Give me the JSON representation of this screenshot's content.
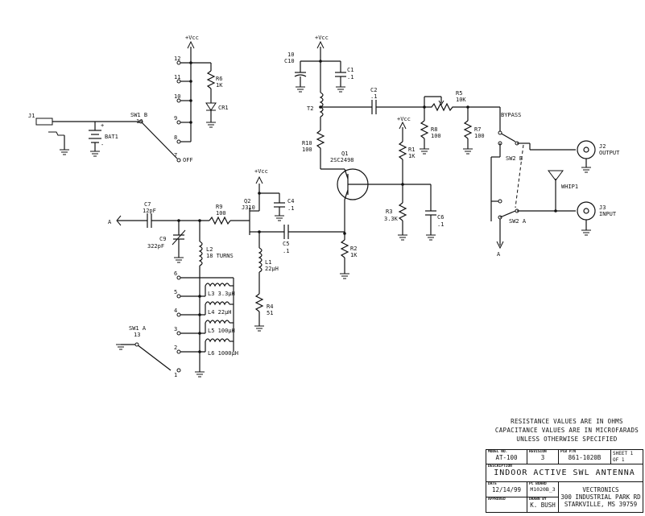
{
  "labels": {
    "vcc": "+Vcc",
    "j1": "J1",
    "bat1": "BAT1",
    "bat_plus": "+",
    "bat_minus": "-",
    "sw1b": "SW1 B",
    "sw1b_pin": "14",
    "pin12": "12",
    "pin11": "11",
    "pin10": "10",
    "pin9": "9",
    "pin8": "8",
    "pin7": "7",
    "off": "OFF",
    "r6": "R6",
    "r6_val": "1K",
    "cr1": "CR1",
    "c10": "10",
    "c10_name": "C10",
    "c1": "C1",
    "c1_val": ".1",
    "t2": "T2",
    "c2": "C2",
    "c2_val": ".1",
    "r5": "R5",
    "r5_val": "10K",
    "bypass": "BYPASS",
    "r8": "R8",
    "r8_val": "100",
    "r7": "R7",
    "r7_val": "100",
    "r10": "R10",
    "r10_val": "100",
    "q1": "Q1",
    "q1_part": "2SC2498",
    "r1": "R1",
    "r1_val": "1K",
    "j2": "J2",
    "j2_name": "OUTPUT",
    "sw2b": "SW2 B",
    "whip": "WHIP1",
    "c7": "C7",
    "c7_val": "12pF",
    "r9": "R9",
    "r9_val": "100",
    "q2": "Q2",
    "q2_part": "J310",
    "c4": "C4",
    "c4_val": ".1",
    "a": "A",
    "c9": "C9",
    "c9_val": "322pF",
    "l2": "L2",
    "l2_val": "18 TURNS",
    "c5": "C5",
    "c5_val": ".1",
    "r3": "R3",
    "r3_val": "3.3K",
    "c6": "C6",
    "c6_val": ".1",
    "sw2a": "SW2 A",
    "j3": "J3",
    "j3_name": "INPUT",
    "r2": "R2",
    "r2_val": "1K",
    "l1": "L1",
    "l1_val": "22μH",
    "pin6": "6",
    "pin5": "5",
    "pin4": "4",
    "pin3": "3",
    "pin2": "2",
    "pin1": "1",
    "l3": "L3 3.3μH",
    "l4": "L4 22μH",
    "l5": "L5 100μH",
    "l6": "L6 1000μH",
    "r4": "R4",
    "r4_val": "51",
    "sw1a": "SW1 A",
    "sw1a_pin": "13"
  },
  "notes": {
    "line1": "RESISTANCE VALUES ARE IN OHMS",
    "line2": "CAPACITANCE VALUES ARE IN MICROFARADS",
    "line3": "UNLESS OTHERWISE SPECIFIED"
  },
  "title_block": {
    "model_label": "MODEL NO.",
    "model": "AT-100",
    "revision_label": "REVISION",
    "revision": "3",
    "pcb_label": "PCB P/N",
    "pcb": "861-1020B",
    "sheet": "SHEET 1 OF 1",
    "description_label": "DESCRIPTION",
    "title": "INDOOR ACTIVE SWL ANTENNA",
    "date_label": "DATE",
    "date": "12/14/99",
    "pc_board_label": "PC BOARD",
    "pc_board": "M1020B_3",
    "drawn_label": "DRAWN BY",
    "drawn": "K. BUSH",
    "approved_label": "APPROVED",
    "company1": "VECTRONICS",
    "company2": "300 INDUSTRIAL PARK RD",
    "company3": "STARKVILLE, MS 39759"
  }
}
